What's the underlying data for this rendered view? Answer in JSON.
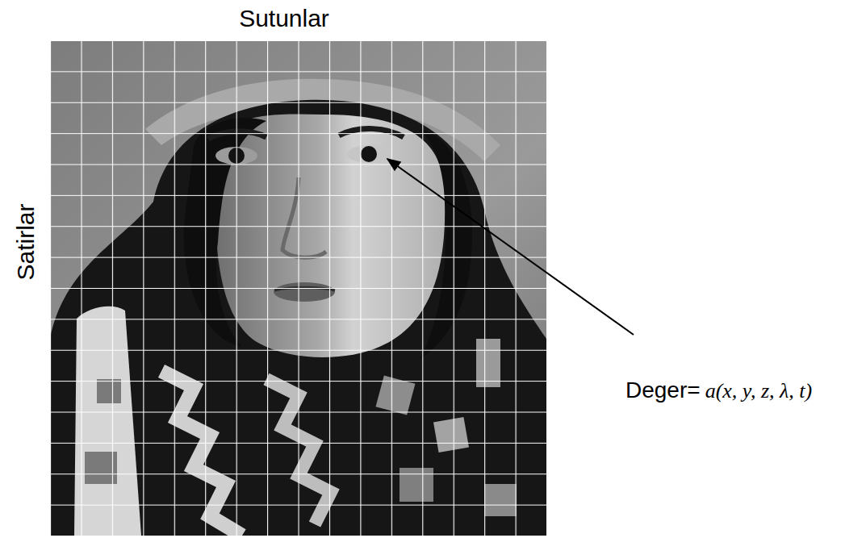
{
  "diagram": {
    "labels": [
      "Sutunlar",
      "Satirlar",
      "Deger=",
      "a(x, y, z, λ, t)"
    ]
  }
}
